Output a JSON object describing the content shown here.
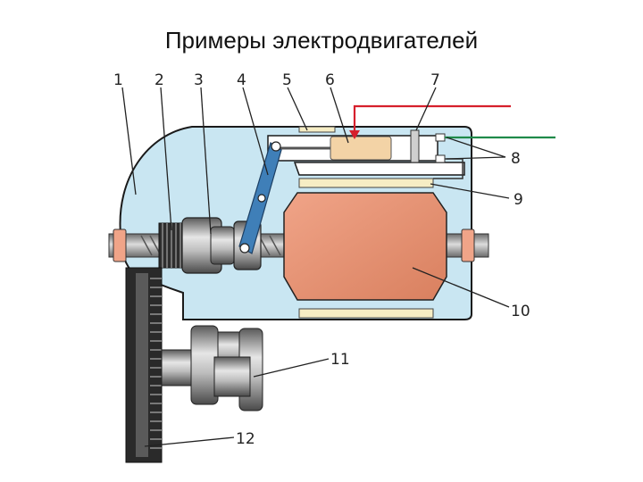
{
  "slide": {
    "title": "Примеры электродвигателей"
  },
  "diagram": {
    "callouts": [
      "1",
      "2",
      "3",
      "4",
      "5",
      "6",
      "7",
      "8",
      "9",
      "10",
      "11",
      "12"
    ],
    "colors": {
      "housing_fill": "#c9e6f2",
      "housing_stroke": "#1a1a1a",
      "armature": "#e8957a",
      "solenoid": "#f3d3a6",
      "lever": "#3f7fb8",
      "wire_red": "#d61f2c",
      "wire_green": "#1f8a4a",
      "flywheel": "#2a2a2a",
      "metal": "#9c9c9c"
    }
  }
}
